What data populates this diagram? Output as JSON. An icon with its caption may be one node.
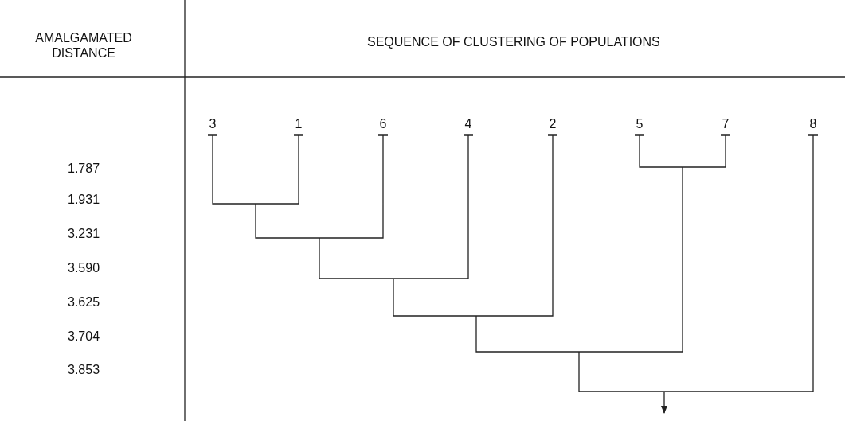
{
  "diagram": {
    "labels": [
      "AMALGAMATED DISTANCE",
      "SEQUENCE OF CLUSTERING OF POPULATIONS",
      "3",
      "1",
      "6",
      "4",
      "2",
      "5",
      "7",
      "8",
      "1.787",
      "1.931",
      "3.231",
      "3.590",
      "3.625",
      "3.704",
      "3.853"
    ]
  }
}
